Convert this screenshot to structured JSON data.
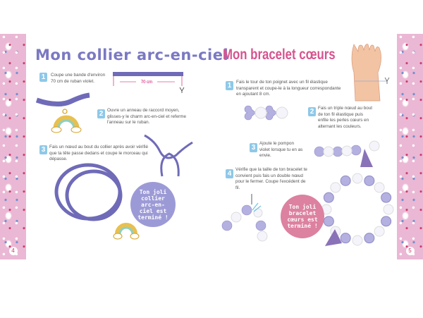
{
  "left_page": {
    "title": "Mon collier arc-en-ciel",
    "page_number": "4",
    "steps": [
      {
        "num": "1",
        "text": "Coupe une bande d'environ 70 cm de ruban violet."
      },
      {
        "num": "2",
        "text": "Ouvre un anneau de raccord moyen, glisses-y le charm arc-en-ciel et referme l'anneau sur le ruban."
      },
      {
        "num": "3",
        "text": "Fais un nœud au bout du collier après avoir vérifié que ta tête passe dedans et coupe le morceau qui dépasse."
      }
    ],
    "measure_label": "70 cm",
    "bubble": "Ton joli collier arc-en-ciel est terminé !"
  },
  "right_page": {
    "title": "Mon bracelet cœurs",
    "page_number": "5",
    "steps": [
      {
        "num": "1",
        "text": "Fais le tour de ton poignet avec un fil élastique transparent et coupe-le à la longueur correspondante en ajoutant 8 cm."
      },
      {
        "num": "2",
        "text": "Fais un triple nœud au bout de ton fil élastique puis enfile les perles cœurs en alternant les couleurs."
      },
      {
        "num": "3",
        "text": "Ajoute le pompon violet lorsque tu en as envie."
      },
      {
        "num": "4",
        "text": "Vérifie que la taille de ton bracelet te convient puis fais un double nœud pour le fermer. Coupe l'excédent de fil."
      }
    ],
    "bubble": "Ton joli bracelet cœurs est terminé !"
  },
  "colors": {
    "left_title": "#7b79c2",
    "right_title": "#d6548f",
    "badge": "#8ec8e8",
    "ribbon": "#6f6bb8",
    "left_bubble": "#9c9ad6",
    "right_bubble": "#dc819f",
    "strip": "#eab8d4"
  }
}
